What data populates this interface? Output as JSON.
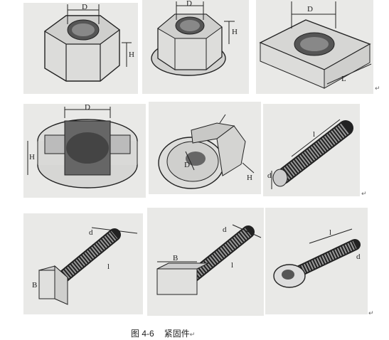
{
  "figure": {
    "number": "图 4-6",
    "title": "紧固件",
    "return_mark": "↵"
  },
  "panels": [
    {
      "id": "hex-nut",
      "labels": {
        "top": "D",
        "side": "H"
      }
    },
    {
      "id": "flange-nut",
      "labels": {
        "top": "D",
        "side": "H"
      }
    },
    {
      "id": "square-nut",
      "labels": {
        "top": "D",
        "side": "L"
      }
    },
    {
      "id": "slotted-nut",
      "labels": {
        "top": "D",
        "side": "H"
      }
    },
    {
      "id": "cap-nut",
      "labels": {
        "inner": "D",
        "side": "H"
      }
    },
    {
      "id": "stud",
      "labels": {
        "len": "l",
        "dia": "d"
      }
    },
    {
      "id": "square-bolt",
      "labels": {
        "dia": "d",
        "len": "l",
        "head": "B"
      }
    },
    {
      "id": "t-bolt",
      "labels": {
        "dia": "d",
        "len": "l",
        "head": "B"
      }
    },
    {
      "id": "eye-bolt",
      "labels": {
        "len": "l",
        "dia": "d"
      }
    }
  ]
}
